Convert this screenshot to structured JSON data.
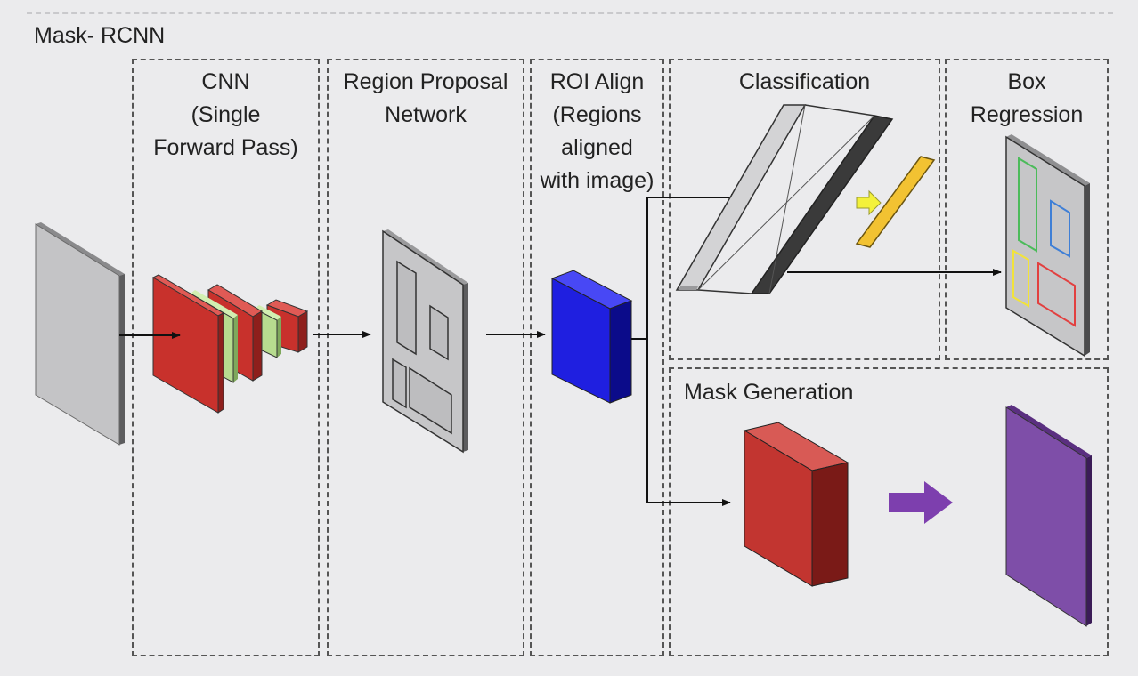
{
  "title": "Mask- RCNN",
  "stages": {
    "cnn": "CNN\n(Single\nForward Pass)",
    "rpn": "Region Proposal\nNetwork",
    "roi": "ROI Align\n(Regions\naligned\nwith image)",
    "classification": "Classification",
    "box_regression": "Box\nRegression",
    "mask_generation": "Mask Generation"
  },
  "colors": {
    "input_image": "#c4c4c6",
    "conv_red": "#c8312c",
    "conv_green": "#b7dc8f",
    "roi_block": "#1f1fe0",
    "fc_dark": "#3a3a3a",
    "class_output": "#f2c232",
    "class_arrow": "#f3f13a",
    "box_green": "#4cbb5a",
    "box_blue": "#3f7fd6",
    "box_yellow": "#f2e33a",
    "box_red": "#e24040",
    "mask_block": "#c23530",
    "mask_arrow": "#7d3fae",
    "mask_output": "#7e4ea8"
  }
}
